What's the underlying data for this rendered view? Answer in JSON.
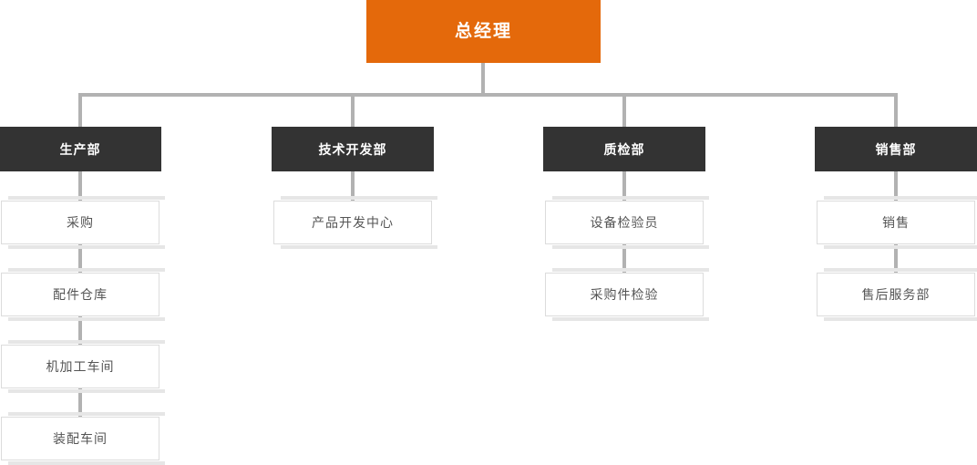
{
  "chart": {
    "type": "org-chart",
    "root": {
      "label": "总经理"
    },
    "columns": [
      {
        "dept": "生产部",
        "children": [
          "采购",
          "配件仓库",
          "机加工车间",
          "装配车间"
        ]
      },
      {
        "dept": "技术开发部",
        "children": [
          "产品开发中心"
        ]
      },
      {
        "dept": "质检部",
        "children": [
          "设备检验员",
          "采购件检验"
        ]
      },
      {
        "dept": "销售部",
        "children": [
          "销售",
          "售后服务部"
        ]
      }
    ]
  },
  "colors": {
    "accent": "#e4690b",
    "dept-bg": "#333333",
    "line": "#b2b2b2",
    "leaf-border": "#dcdcdc",
    "leaf-text": "#555555",
    "band": "#e6e6e6"
  }
}
